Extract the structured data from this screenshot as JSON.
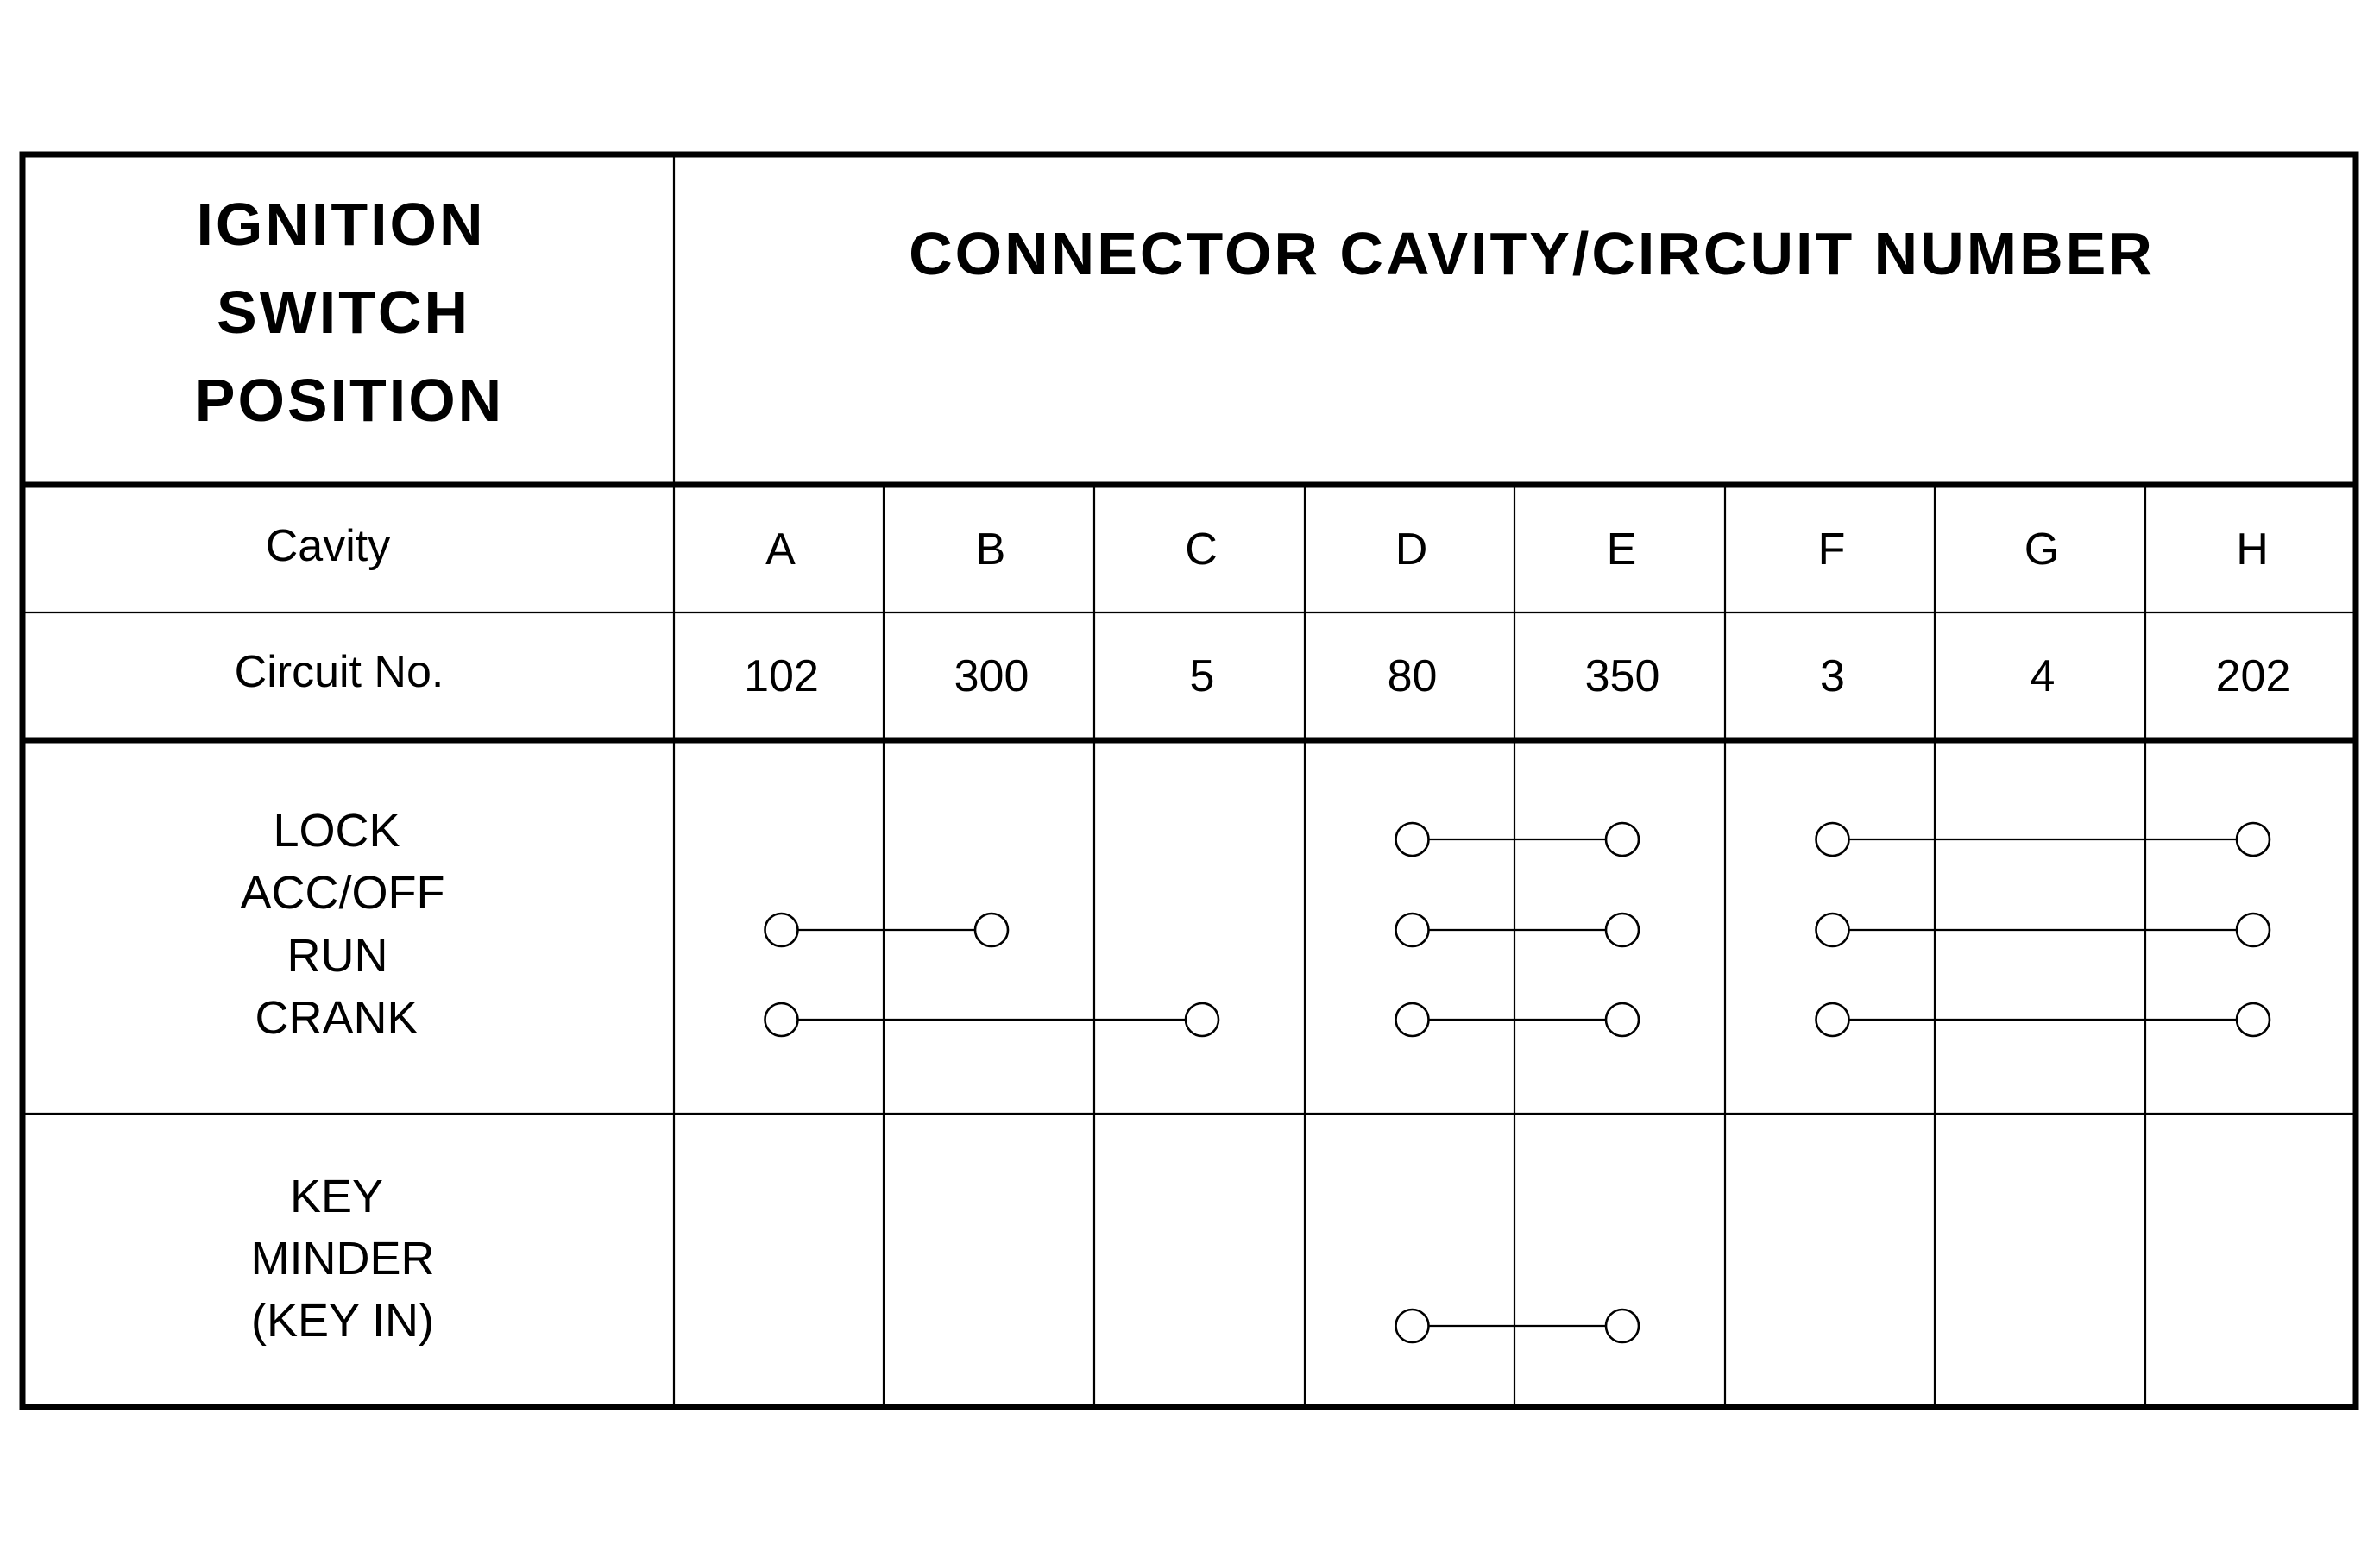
{
  "header": {
    "position_label": [
      "IGNITION",
      "SWITCH",
      "POSITION"
    ],
    "connector_title": "CONNECTOR CAVITY/CIRCUIT NUMBER"
  },
  "cavity_row": {
    "label": "Cavity",
    "values": [
      "A",
      "B",
      "C",
      "D",
      "E",
      "F",
      "G",
      "H"
    ]
  },
  "circuit_row": {
    "label": "Circuit No.",
    "values": [
      "102",
      "300",
      "5",
      "80",
      "350",
      "3",
      "4",
      "202"
    ]
  },
  "switch_section": {
    "labels": [
      "LOCK",
      "ACC/OFF",
      "RUN",
      "CRANK"
    ],
    "connections": [
      {
        "position": "LOCK",
        "from": "D",
        "to": "E"
      },
      {
        "position": "LOCK",
        "from": "F",
        "to": "H"
      },
      {
        "position": "ACC/OFF",
        "from": "A",
        "to": "B"
      },
      {
        "position": "ACC/OFF",
        "from": "D",
        "to": "E"
      },
      {
        "position": "ACC/OFF",
        "from": "F",
        "to": "H"
      },
      {
        "position": "RUN",
        "from": "A",
        "to": "C"
      },
      {
        "position": "RUN",
        "from": "D",
        "to": "E"
      },
      {
        "position": "RUN",
        "from": "F",
        "to": "H"
      }
    ]
  },
  "key_section": {
    "labels": [
      "KEY",
      "MINDER",
      "(KEY IN)"
    ],
    "connections": [
      {
        "position": "KEY IN",
        "from": "D",
        "to": "E"
      }
    ]
  }
}
